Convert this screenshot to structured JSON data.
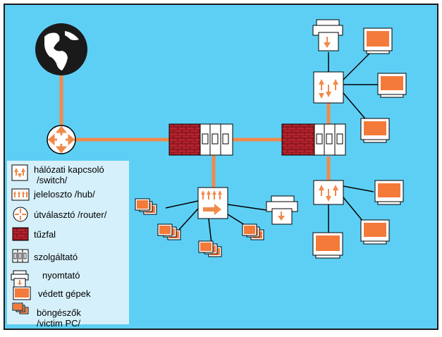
{
  "colors": {
    "background": "#5ecff4",
    "link": "#f08a4b",
    "device_fill": "#ffffff",
    "accent": "#f08a4b",
    "firewall": "#b5232d",
    "screen": "#f47a3a",
    "legend_bg": "#d6f0fb",
    "globe": "#1a1a1a"
  },
  "legend": {
    "items": [
      {
        "icon": "switch-icon",
        "label": "hálózati kapcsoló"
      },
      {
        "icon": "switch-icon",
        "label": "/switch/"
      },
      {
        "icon": "hub-icon",
        "label": "jeleloszto /hub/"
      },
      {
        "icon": "router-icon",
        "label": "útválasztó /router/"
      },
      {
        "icon": "firewall-icon",
        "label": "tűzfal"
      },
      {
        "icon": "server-icon",
        "label": "szolgáltató"
      },
      {
        "icon": "printer-icon",
        "label": "nyomtató"
      },
      {
        "icon": "protected-pc-icon",
        "label": "védett gépek"
      },
      {
        "icon": "browser-pcs-icon",
        "label": "böngészők"
      },
      {
        "icon": "browser-pcs-icon",
        "label": "/victim PC/"
      }
    ]
  }
}
